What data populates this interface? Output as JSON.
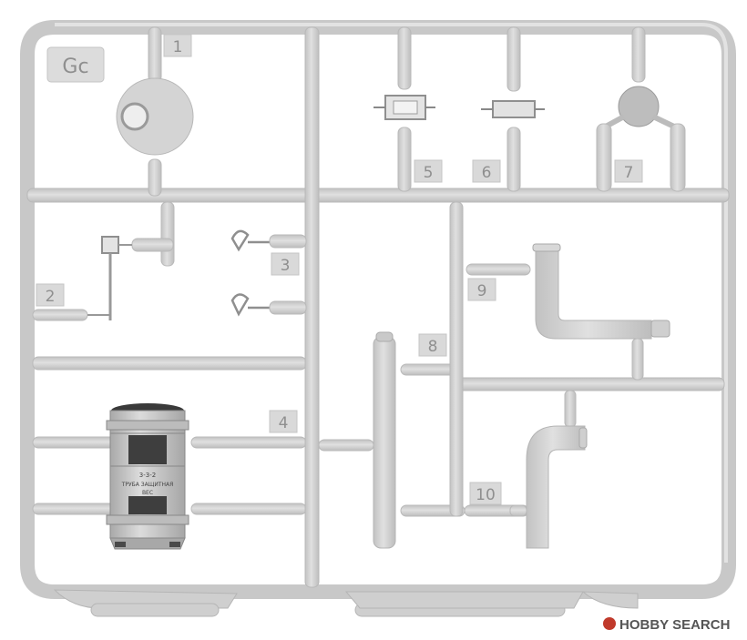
{
  "sprue": {
    "tag": "Gc",
    "colors": {
      "plastic": "#d3d3d3",
      "edge": "#b8b8b8",
      "shade": "#c4c4c4",
      "dark": "#3c3c3c",
      "label": "#8f8f8f"
    },
    "parts": [
      {
        "number": "1"
      },
      {
        "number": "2"
      },
      {
        "number": "3"
      },
      {
        "number": "4"
      },
      {
        "number": "5"
      },
      {
        "number": "6"
      },
      {
        "number": "7"
      },
      {
        "number": "8"
      },
      {
        "number": "9"
      },
      {
        "number": "10"
      }
    ],
    "canister_markings": [
      "3-3-2",
      "ТРУБА ЗАЩИТНАЯ",
      "ВЕС"
    ]
  },
  "watermark": {
    "brand": "HOBBY SEARCH",
    "logo_icon": "hobby-search-logo-icon",
    "accent": "#c0392b"
  }
}
